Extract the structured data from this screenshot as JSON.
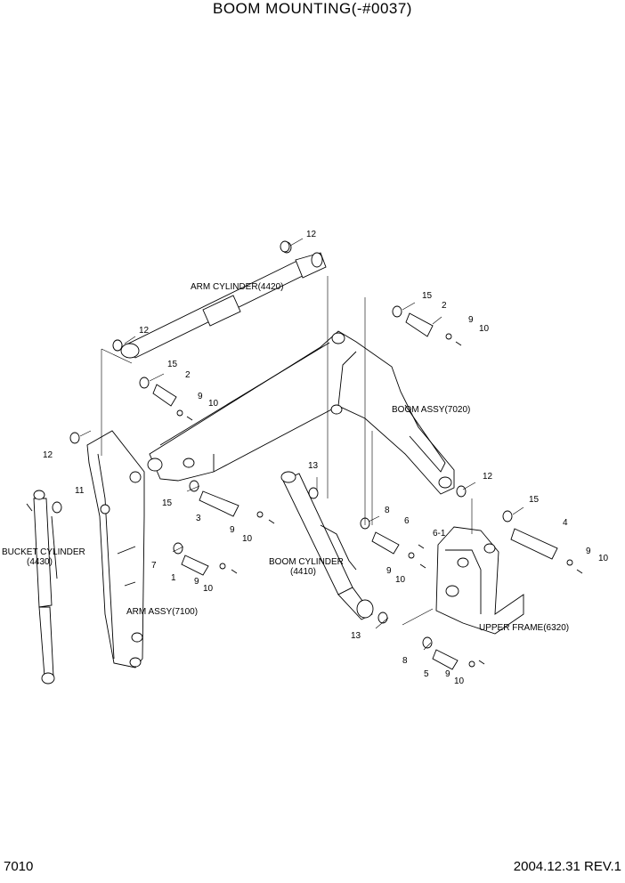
{
  "title": "BOOM MOUNTING(-#0037)",
  "page_number": "7010",
  "date_rev": "2004.12.31  REV.1",
  "assemblies": {
    "arm_cylinder": "ARM CYLINDER(4420)",
    "boom_assy": "BOOM ASSY(7020)",
    "bucket_cylinder_line1": "BUCKET CYLINDER",
    "bucket_cylinder_line2": "(4430)",
    "boom_cylinder_line1": "BOOM CYLINDER",
    "boom_cylinder_line2": "(4410)",
    "arm_assy": "ARM ASSY(7100)",
    "upper_frame": "UPPER FRAME(6320)"
  },
  "callouts": [
    "12",
    "15",
    "2",
    "9",
    "10",
    "12",
    "15",
    "2",
    "9",
    "10",
    "12",
    "11",
    "15",
    "3",
    "9",
    "10",
    "13",
    "8",
    "6",
    "6-1",
    "9",
    "10",
    "12",
    "15",
    "4",
    "9",
    "10",
    "7",
    "1",
    "9",
    "10",
    "13",
    "8",
    "5",
    "9",
    "10"
  ]
}
